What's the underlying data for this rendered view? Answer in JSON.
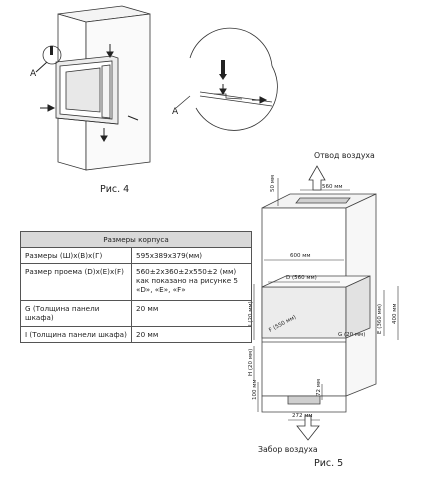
{
  "figure4": {
    "caption": "Рис. 4",
    "label_a_left": "A",
    "label_a_right": "A"
  },
  "table": {
    "header": "Размеры корпуса",
    "rows": [
      {
        "key": "Размеры (Ш)x(В)x(Г)",
        "value": "595x389x379(мм)"
      },
      {
        "key": "Размер проема (D)x(E)x(F)",
        "value": "560±2x360±2x550±2 (мм) как показано на рисунке 5 «D», «E», «F»"
      },
      {
        "key": "G (Толщина панели шкафа)",
        "value": "20 мм"
      },
      {
        "key": "I (Толщина панели шкафа)",
        "value": "20 мм"
      }
    ]
  },
  "figure5": {
    "caption": "Рис. 5",
    "air_out": "Отвод воздуха",
    "air_in": "Забор воздуха",
    "dim_50": "50 мм",
    "dim_560_top": "560 мм",
    "dim_600": "600 мм",
    "dim_d": "D (560 мм)",
    "dim_i": "I (20 мм)",
    "dim_f": "F (550 мм)",
    "dim_g": "G (20 мм)",
    "dim_e": "E (360 мм)",
    "dim_400": "400 мм",
    "dim_h": "H (20 мм)",
    "dim_100": "100 мм",
    "dim_72": "72 мм",
    "dim_272": "272 мм"
  }
}
